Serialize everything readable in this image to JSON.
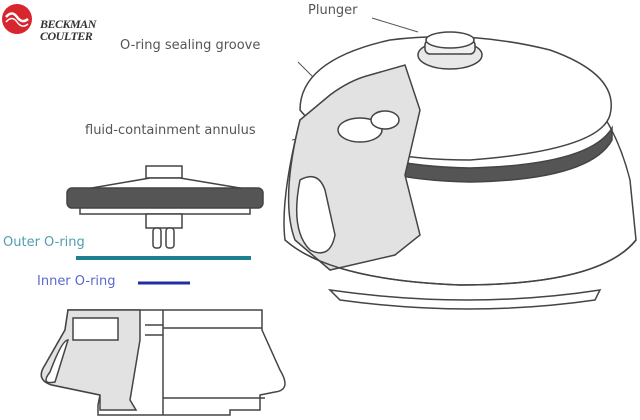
{
  "logo": {
    "line1": "BECKMAN",
    "line2": "COULTER",
    "color": "#d7262e"
  },
  "labels": {
    "plunger": "Plunger",
    "oring_groove": "O-ring sealing groove",
    "annulus": "fluid-containment annulus",
    "outer_oring": "Outer O-ring",
    "inner_oring": "Inner O-ring"
  },
  "colors": {
    "outer_oring": "#1f7f92",
    "outer_label": "#4f9fae",
    "inner_oring": "#1e2fa8",
    "inner_label": "#5a68d0"
  }
}
